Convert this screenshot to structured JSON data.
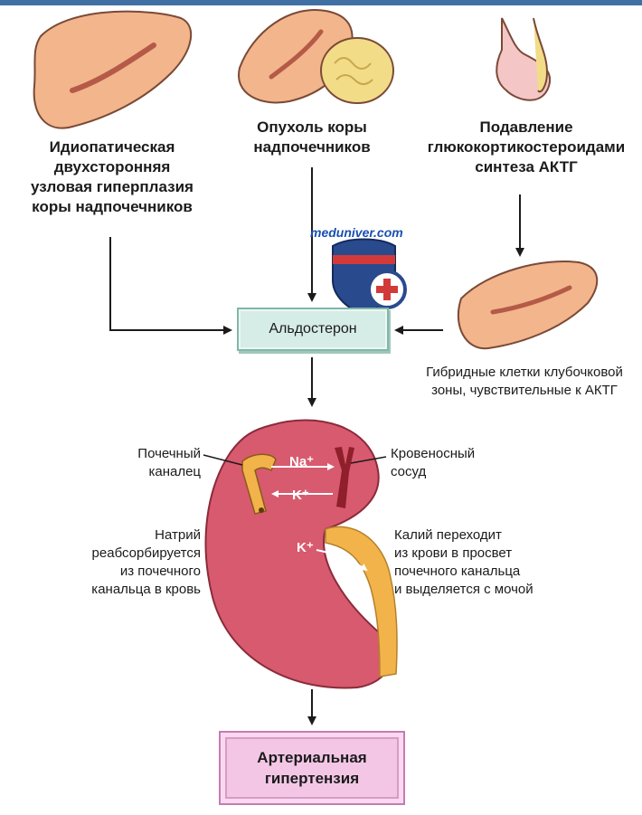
{
  "captions": {
    "idiopathic": "Идиопатическая\nдвухсторонняя\nузловая гиперплазия\nкоры надпочечников",
    "tumor": "Опухоль коры\nнадпочечников",
    "suppression": "Подавление\nглюкокортикостероидами\nсинтеза АКТГ"
  },
  "boxes": {
    "aldosterone": "Альдостерон",
    "hypertension": "Артериальная\nгипертензия"
  },
  "notes": {
    "hybrid_cells": "Гибридные клетки клубочковой\nзоны, чувствительные к АКТГ",
    "tubule": "Почечный\nканалец",
    "vessel": "Кровеносный\nсосуд",
    "sodium": "Натрий\nреабсорбируется\nиз почечного\nканальца в кровь",
    "potassium": "Калий переходит\nиз крови в просвет\nпочечного канальца\nи выделяется с мочой"
  },
  "ions": {
    "na": "Na⁺",
    "k1": "K⁺",
    "k2": "K⁺"
  },
  "watermark": "meduniver.com",
  "colors": {
    "gland": "#f2b58c",
    "gland_outline": "#7a4a36",
    "kidney": "#d85a6e",
    "tubule": "#f2b44a",
    "vessel": "#8e1f2b",
    "aldo_box": "#d6ece7",
    "hyper_box": "#f3c6e6",
    "header_bar": "#3f6fa3"
  }
}
